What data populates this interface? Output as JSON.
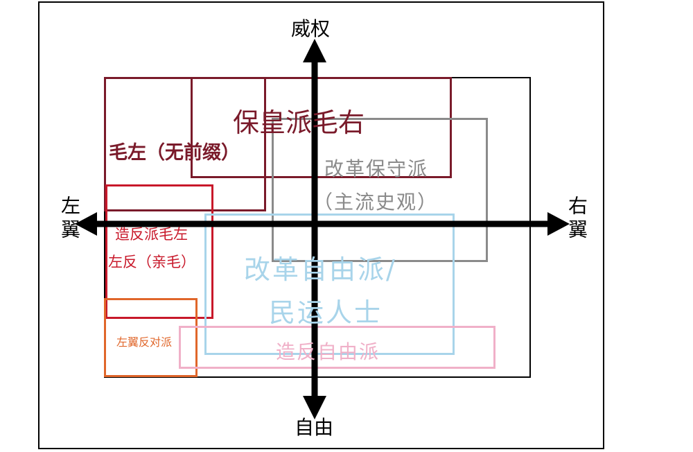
{
  "axes": {
    "top": "威权",
    "bottom": "自由",
    "left": "左翼",
    "right": "右翼"
  },
  "groups": {
    "baohuang": {
      "label": "保皇派毛右",
      "color": "#7a1a2a"
    },
    "maozuo": {
      "label": "毛左（无前缀）",
      "color": "#7a1a2a"
    },
    "gaige_baoshou": {
      "line1": "改革保守派",
      "line2": "（主流史观）",
      "color": "#8a8a8a"
    },
    "zaofan_maozuo": {
      "line1": "造反派毛左",
      "line2": "左反（亲毛）",
      "color": "#c8182a"
    },
    "gaige_ziyou": {
      "line1": "改革自由派/",
      "line2": "民运人士",
      "color": "#a8d4ea"
    },
    "zuoyi_fandui": {
      "label": "左翼反对派",
      "color": "#e0662a"
    },
    "zaofan_ziyou": {
      "label": "造反自由派",
      "color": "#f0b0c8"
    }
  }
}
